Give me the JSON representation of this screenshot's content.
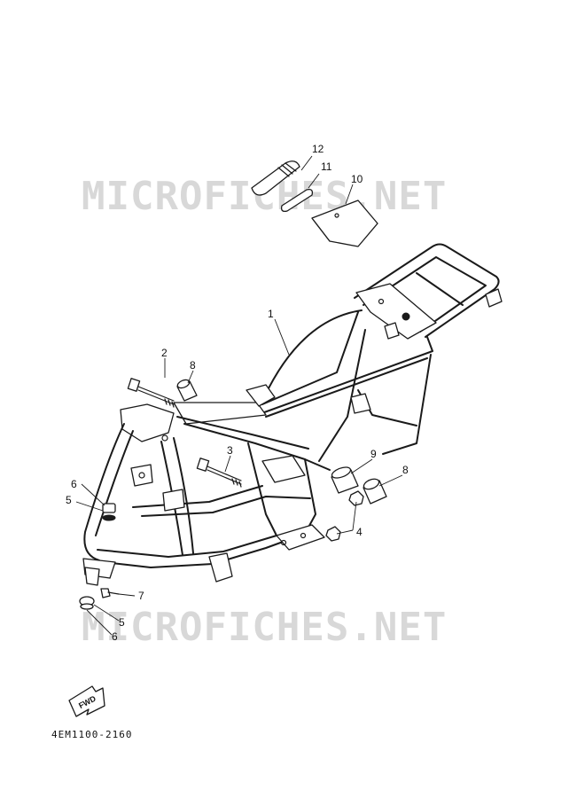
{
  "watermarks": [
    "MICROFICHES.NET",
    "MICROFICHES.NET"
  ],
  "callouts": {
    "frame": "1",
    "bolt_upper": "2",
    "bolt_lower": "3",
    "nut": "4",
    "damper_left_top": "5",
    "damper_left_bottom": "5",
    "collar_left_top": "6",
    "collar_left_bottom": "6",
    "bolt_small": "7",
    "collar_upper": "8",
    "collar_right": "8",
    "collar_mid": "9",
    "case": "10",
    "strap_small": "11",
    "strap_large": "12"
  },
  "fwd_label": "FWD",
  "reference_code": "4EM1100-2160"
}
